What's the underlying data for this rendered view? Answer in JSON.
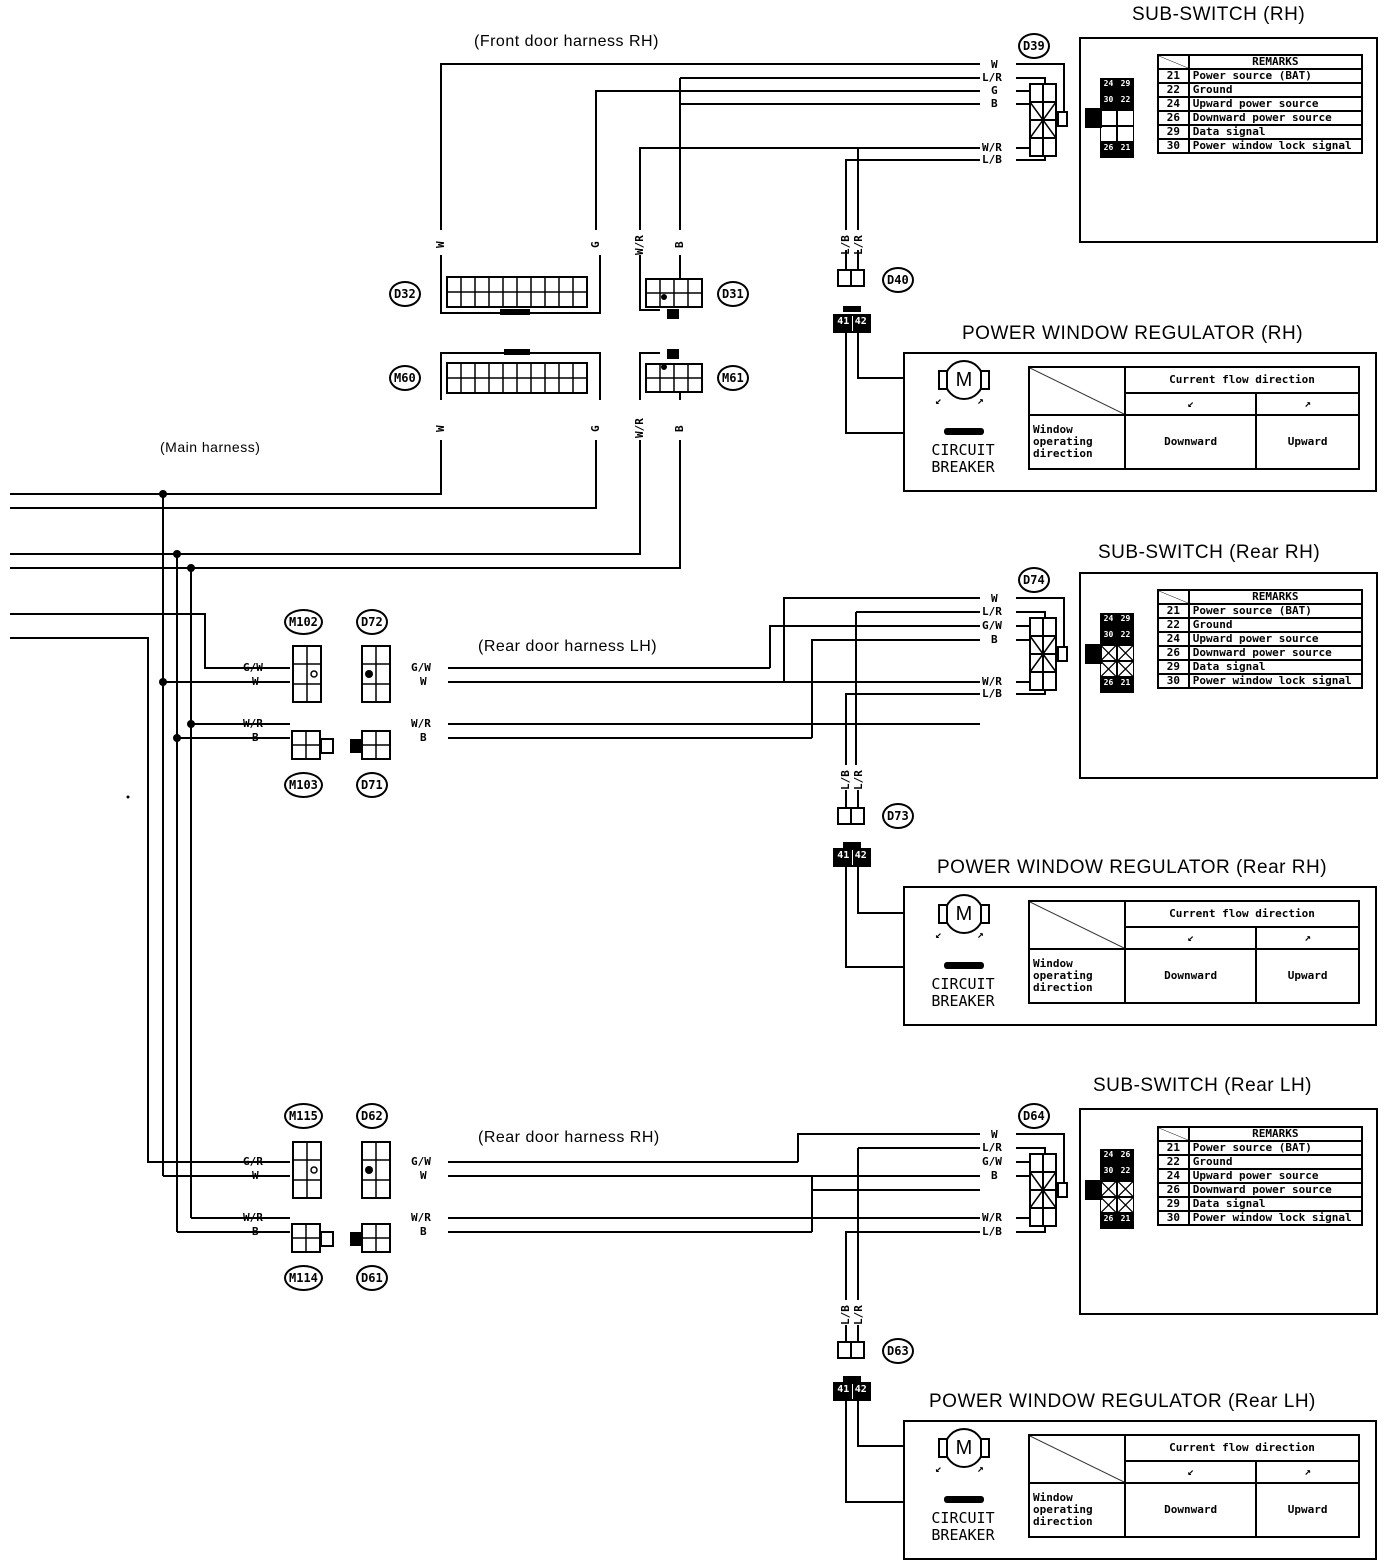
{
  "harness_labels": {
    "front_door_rh": "(Front door harness RH)",
    "main": "(Main harness)",
    "rear_door_lh": "(Rear door harness LH)",
    "rear_door_rh": "(Rear door harness RH)"
  },
  "connectors": {
    "d39": "D39",
    "d32": "D32",
    "d31": "D31",
    "m60": "M60",
    "m61": "M61",
    "d40": "D40",
    "d74": "D74",
    "m102": "M102",
    "d72": "D72",
    "m103": "M103",
    "d71": "D71",
    "d73": "D73",
    "d64": "D64",
    "m115": "M115",
    "d62": "D62",
    "m114": "M114",
    "d61": "D61",
    "d63": "D63"
  },
  "wire_colors": {
    "w": "W",
    "lr": "L/R",
    "g": "G",
    "b": "B",
    "wr": "W/R",
    "lb": "L/B",
    "gw": "G/W",
    "gr": "G/R"
  },
  "sub_switches": [
    {
      "title": "SUB-SWITCH (RH)",
      "remarks_header": "REMARKS",
      "rows": [
        {
          "num": "21",
          "text": "Power source (BAT)"
        },
        {
          "num": "22",
          "text": "Ground"
        },
        {
          "num": "24",
          "text": "Upward power source"
        },
        {
          "num": "26",
          "text": "Downward power source"
        },
        {
          "num": "29",
          "text": "Data signal"
        },
        {
          "num": "30",
          "text": "Power window lock signal"
        }
      ],
      "pins": [
        "24",
        "29",
        "30",
        "22",
        "26",
        "21"
      ]
    },
    {
      "title": "SUB-SWITCH (Rear RH)",
      "remarks_header": "REMARKS",
      "rows": [
        {
          "num": "21",
          "text": "Power source (BAT)"
        },
        {
          "num": "22",
          "text": "Ground"
        },
        {
          "num": "24",
          "text": "Upward power source"
        },
        {
          "num": "26",
          "text": "Downward power source"
        },
        {
          "num": "29",
          "text": "Data signal"
        },
        {
          "num": "30",
          "text": "Power window lock signal"
        }
      ],
      "pins": [
        "24",
        "29",
        "30",
        "22",
        "26",
        "21"
      ]
    },
    {
      "title": "SUB-SWITCH (Rear LH)",
      "remarks_header": "REMARKS",
      "rows": [
        {
          "num": "21",
          "text": "Power source (BAT)"
        },
        {
          "num": "22",
          "text": "Ground"
        },
        {
          "num": "24",
          "text": "Upward power source"
        },
        {
          "num": "26",
          "text": "Downward power source"
        },
        {
          "num": "29",
          "text": "Data signal"
        },
        {
          "num": "30",
          "text": "Power window lock signal"
        }
      ],
      "pins": [
        "24",
        "26",
        "30",
        "22",
        "26",
        "21"
      ]
    }
  ],
  "regulators": [
    {
      "title": "POWER WINDOW REGULATOR (RH)",
      "motor": "M",
      "breaker": "CIRCUIT BREAKER",
      "table_header": "Current flow direction",
      "row_label": "Window operating direction",
      "down": "Downward",
      "up": "Upward",
      "pins": [
        "41",
        "42"
      ]
    },
    {
      "title": "POWER WINDOW REGULATOR (Rear RH)",
      "motor": "M",
      "breaker": "CIRCUIT BREAKER",
      "table_header": "Current flow direction",
      "row_label": "Window operating direction",
      "down": "Downward",
      "up": "Upward",
      "pins": [
        "41",
        "42"
      ]
    },
    {
      "title": "POWER WINDOW REGULATOR (Rear LH)",
      "motor": "M",
      "breaker": "CIRCUIT BREAKER",
      "table_header": "Current flow direction",
      "row_label": "Window operating direction",
      "down": "Downward",
      "up": "Upward",
      "pins": [
        "41",
        "42"
      ]
    }
  ]
}
